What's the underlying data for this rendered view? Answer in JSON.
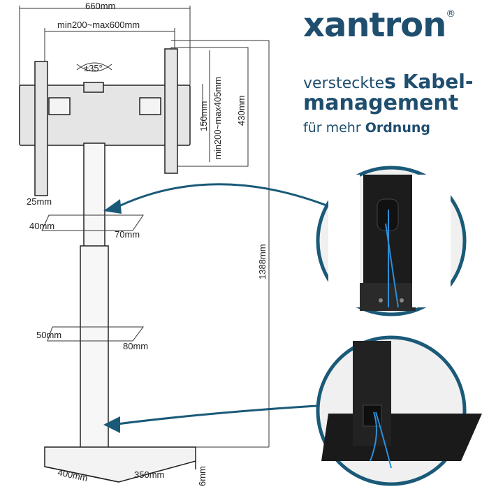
{
  "brand": {
    "name": "xantron",
    "registered_mark": "®"
  },
  "headline": {
    "line1_light": "versteckte",
    "line1_bold": "s Kabel-",
    "line2_bold": "management",
    "line3_light": "für mehr ",
    "line3_bold": "Ordnung"
  },
  "dimensions": {
    "width_total": "660mm",
    "vesa_width": "min200~max600mm",
    "tilt": "±35°",
    "vesa_height_range": "min200~max405mm",
    "bracket_height": "150mm",
    "frame_height": "430mm",
    "total_height": "1388mm",
    "arm_offset": "25mm",
    "shelf_upper_depth": "40mm",
    "shelf_upper_width": "70mm",
    "shelf_lower_depth": "50mm",
    "shelf_lower_width": "80mm",
    "base_depth": "400mm",
    "base_width": "350mm",
    "base_thickness": "6mm"
  },
  "colors": {
    "brand": "#1f4e6e",
    "arrow": "#1a5a78",
    "cable": "#2b8fd6",
    "pole": "#2a2a2a"
  }
}
